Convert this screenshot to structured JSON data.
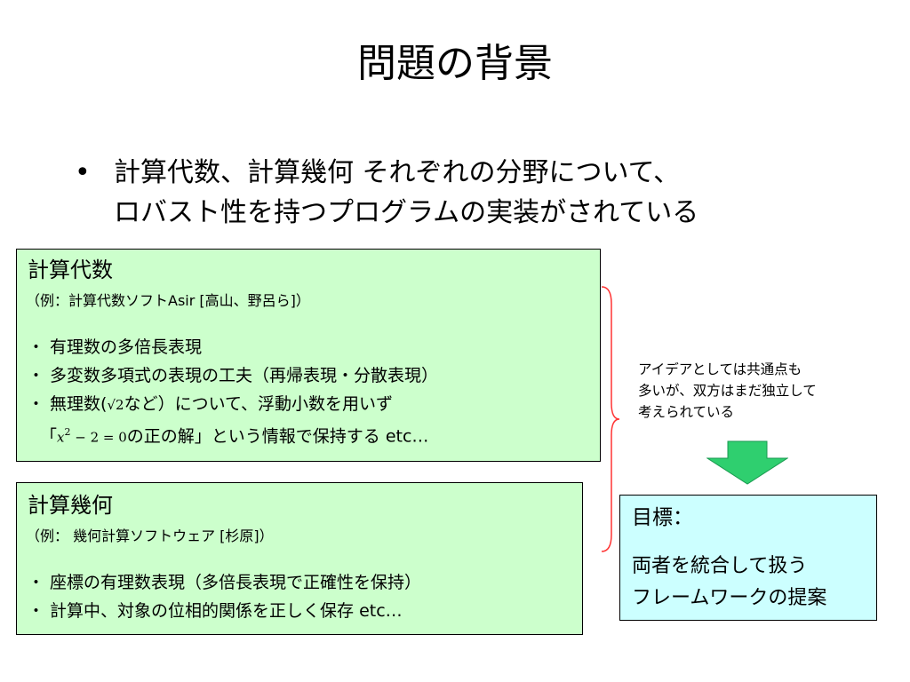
{
  "slide": {
    "title": "問題の背景",
    "bullet": {
      "marker": "•",
      "line1": "計算代数、計算幾何 それぞれの分野について、",
      "line2": "ロバスト性を持つプログラムの実装がされている"
    },
    "algebra_box": {
      "heading": "計算代数",
      "example": "（例：計算代数ソフトAsir [高山、野呂ら]）",
      "items": [
        "・ 有理数の多倍長表現",
        "・ 多変数多項式の表現の工夫（再帰表現・分散表現）"
      ],
      "item3_prefix": "・ 無理数(",
      "item3_sqrt": "√2",
      "item3_suffix": "など）について、浮動小数を用いず",
      "item4_open": "「",
      "item4_math_x": "x",
      "item4_math_sup": "2",
      "item4_math_rest": " − 2 = 0",
      "item4_suffix": "の正の解」という情報で保持する etc…"
    },
    "geometry_box": {
      "heading": "計算幾何",
      "example": "（例： 幾何計算ソフトウェア [杉原]）",
      "items": [
        "・ 座標の有理数表現（多倍長表現で正確性を保持）",
        "・ 計算中、対象の位相的関係を正しく保存 etc…"
      ]
    },
    "note": {
      "lines": [
        "アイデアとしては共通点も",
        "多いが、双方はまだ独立して",
        "考えられている"
      ]
    },
    "goal_box": {
      "heading": "目標：",
      "lines": [
        "両者を統合して扱う",
        "フレームワークの提案"
      ]
    },
    "colors": {
      "box_green": "#ccffcc",
      "box_cyan": "#ccffff",
      "brace_red": "#ff3333",
      "arrow_green": "#2fcf6f"
    }
  }
}
